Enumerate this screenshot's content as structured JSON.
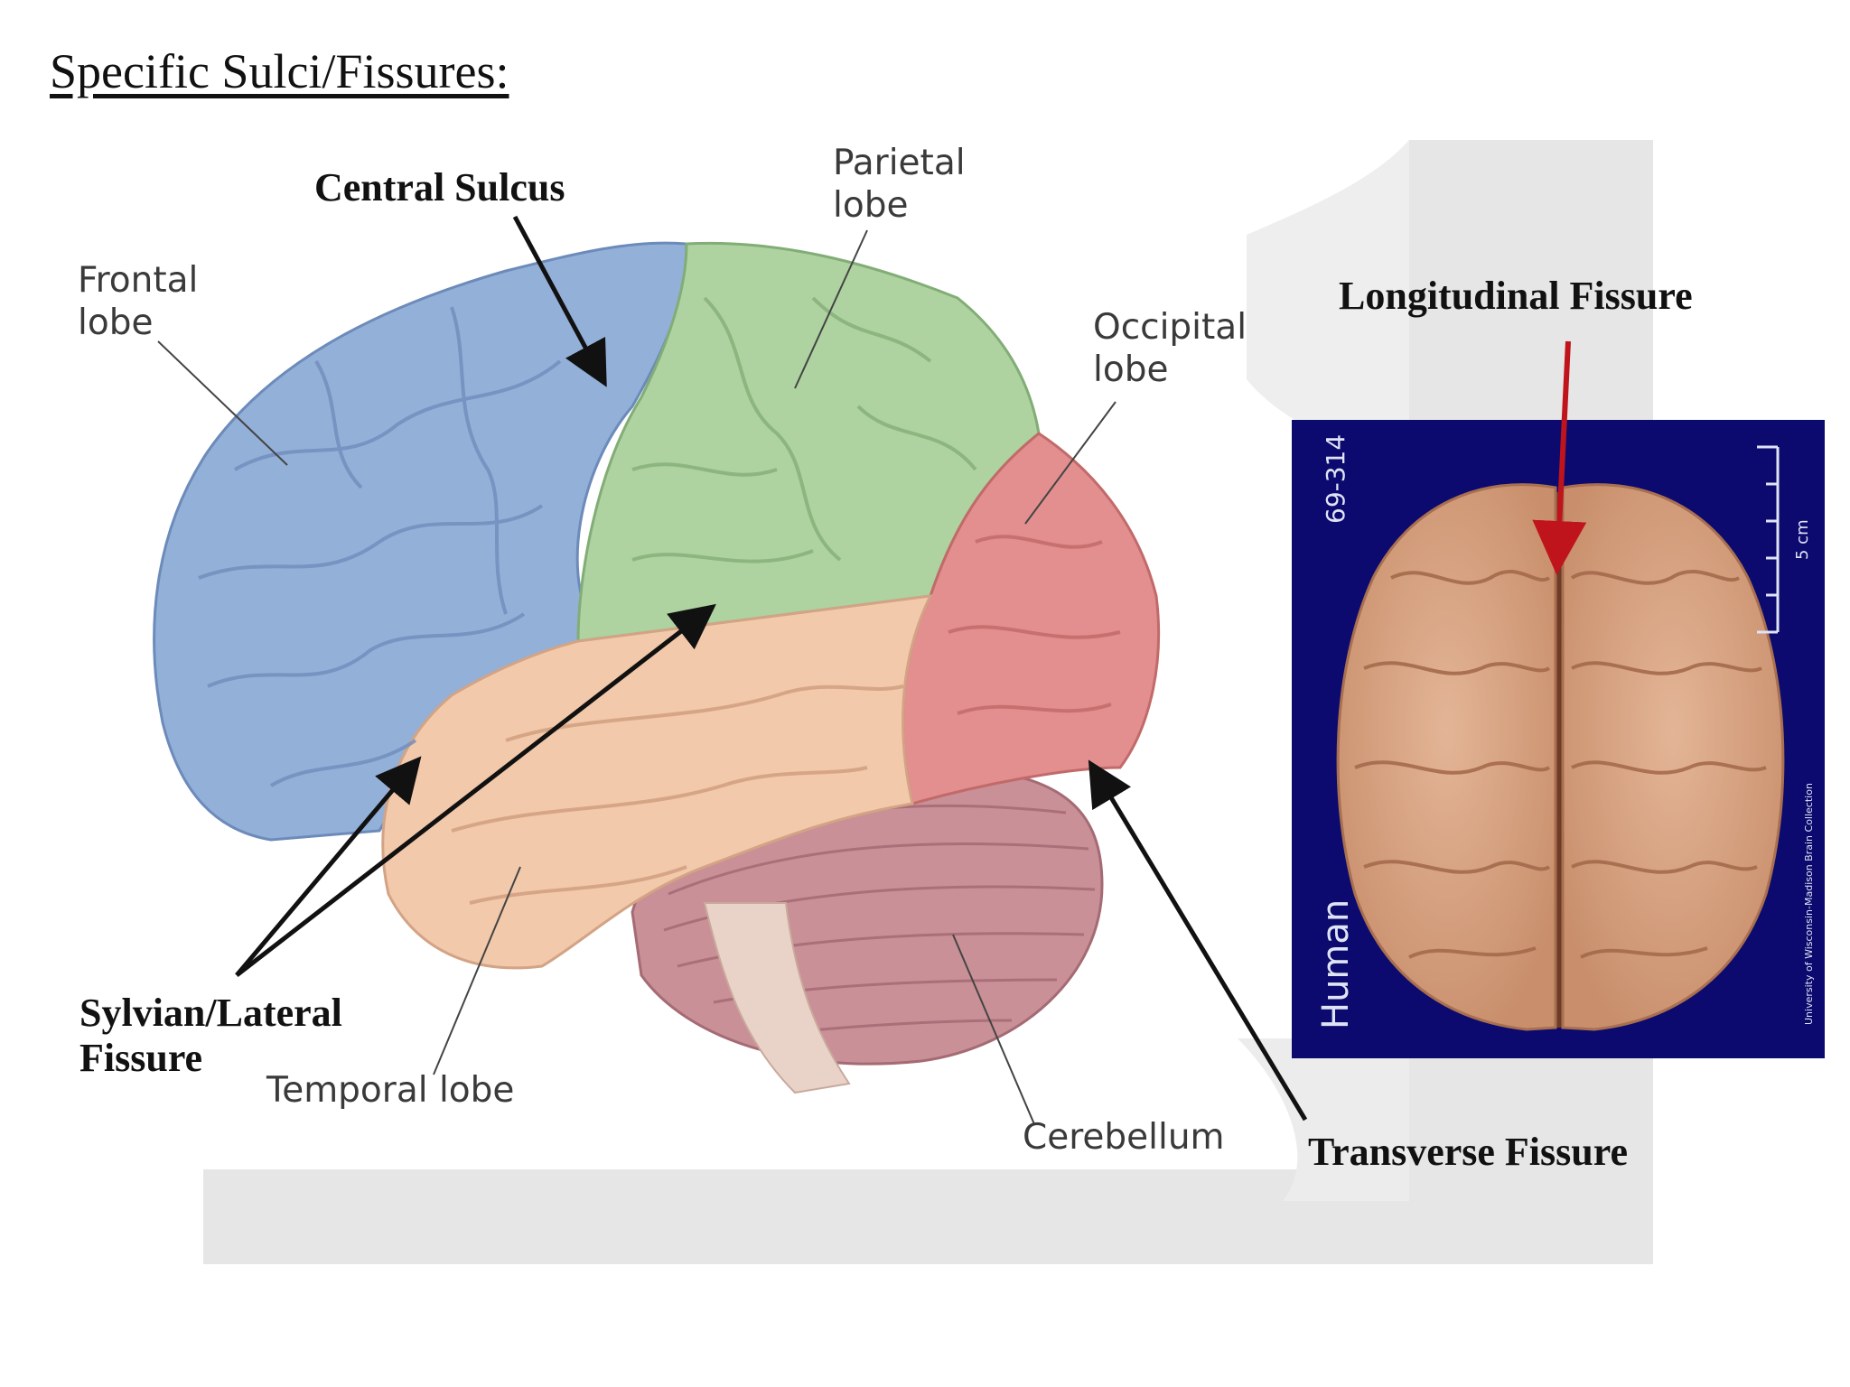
{
  "title": "Specific Sulci/Fissures:",
  "labels": {
    "central_sulcus": "Central Sulcus",
    "sylvian_line1": "Sylvian/Lateral",
    "sylvian_line2": "Fissure",
    "longitudinal_fissure": "Longitudinal Fissure",
    "transverse_fissure": "Transverse Fissure"
  },
  "lobes": {
    "frontal_line1": "Frontal",
    "frontal_line2": "lobe",
    "parietal_line1": "Parietal",
    "parietal_line2": "lobe",
    "occipital_line1": "Occipital",
    "occipital_line2": "lobe",
    "temporal": "Temporal lobe",
    "cerebellum": "Cerebellum"
  },
  "photo": {
    "specimen_id": "69-314",
    "species": "Human",
    "scale": "5 cm",
    "credit": "University of Wisconsin-Madison Brain Collection"
  },
  "colors": {
    "frontal": "#93b0d8",
    "parietal": "#aed3a0",
    "occipital": "#e38f8f",
    "temporal": "#f2c9ab",
    "cerebellum": "#c99097",
    "photo_bg": "#0c0a6e",
    "photo_brain": "#d9a484",
    "longitudinal_arrow": "#c0141c"
  }
}
